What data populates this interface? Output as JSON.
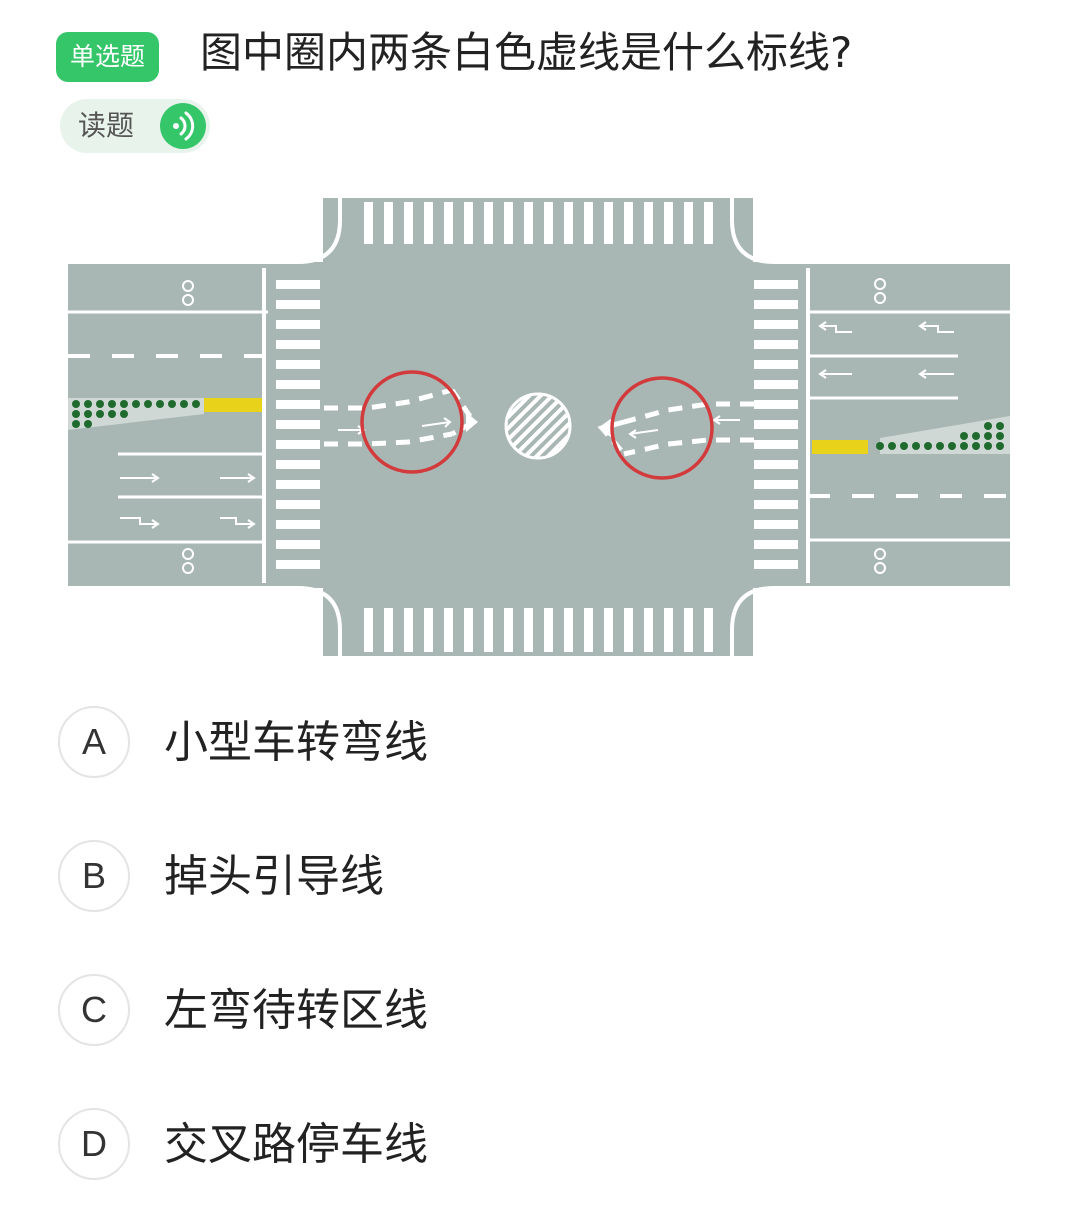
{
  "question": {
    "type_badge": "单选题",
    "title": "图中圈内两条白色虚线是什么标线?",
    "read_label": "读题"
  },
  "colors": {
    "accent": "#35c66a",
    "road": "#a9b7b4",
    "lane_line": "#ffffff",
    "circle": "#d23a3c",
    "hedge": "#1f6b2e",
    "yellow_marking": "#e9d21a"
  },
  "options": [
    {
      "letter": "A",
      "text": "小型车转弯线"
    },
    {
      "letter": "B",
      "text": "掉头引导线"
    },
    {
      "letter": "C",
      "text": "左弯待转区线"
    },
    {
      "letter": "D",
      "text": "交叉路停车线"
    }
  ]
}
